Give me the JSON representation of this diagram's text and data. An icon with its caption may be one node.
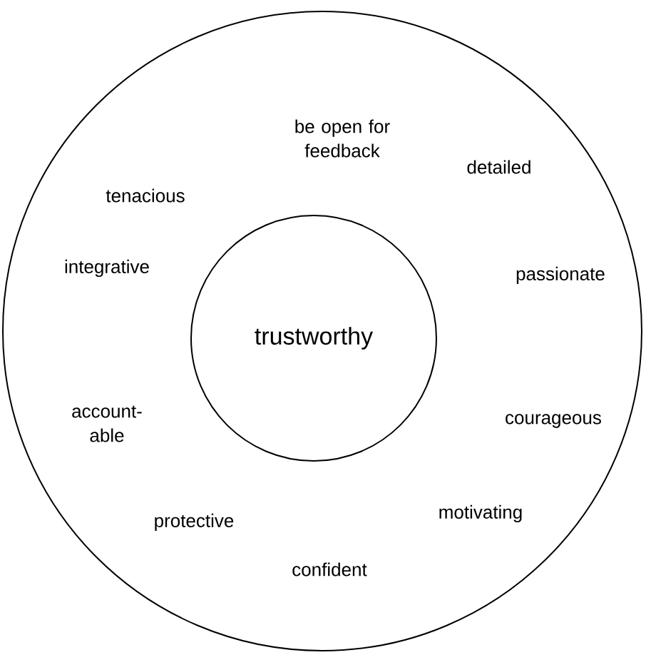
{
  "diagram": {
    "nodes": [
      {
        "text": [],
        "shape": "circle"
      },
      {
        "text": [
          "trustworthy"
        ],
        "in": 0
      }
    ],
    "labels": [
      "be open for feedback",
      "tenacious",
      "detailed",
      "integrative",
      "passionate",
      "account- able",
      "courageous",
      "motivating",
      "protective",
      "confident"
    ]
  }
}
